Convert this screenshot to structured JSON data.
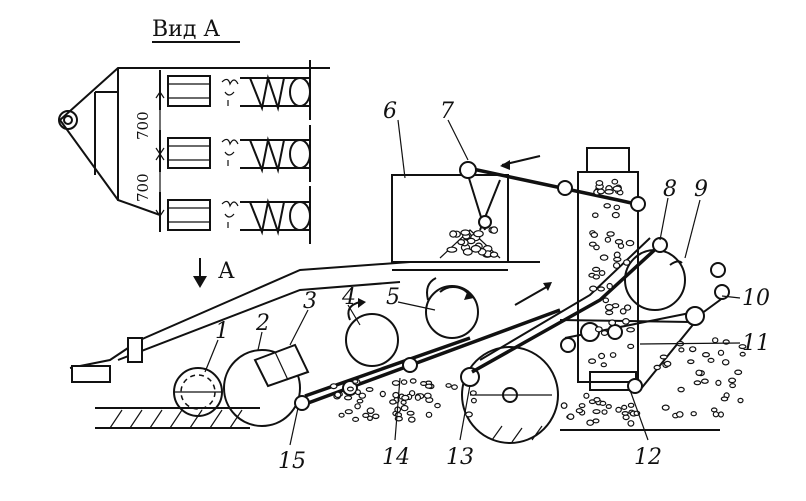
{
  "view": {
    "title": "Вид А",
    "arrow_label": "А"
  },
  "dimensions": {
    "upper": "700",
    "lower": "700"
  },
  "labels": {
    "n1": "1",
    "n2": "2",
    "n3": "3",
    "n4": "4",
    "n5": "5",
    "n6": "6",
    "n7": "7",
    "n8": "8",
    "n9": "9",
    "n10": "10",
    "n11": "11",
    "n12": "12",
    "n13": "13",
    "n14": "14",
    "n15": "15"
  },
  "colors": {
    "ink": "#111111",
    "paper": "#ffffff"
  }
}
